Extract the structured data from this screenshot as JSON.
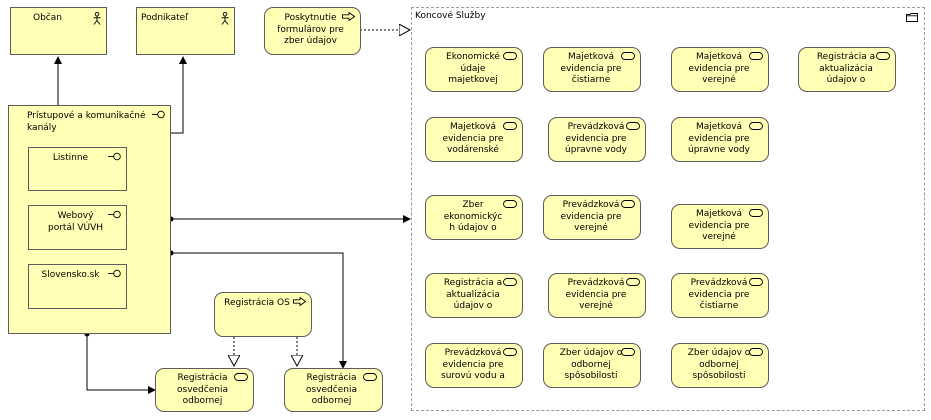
{
  "actors": [
    {
      "id": "obcan",
      "label": "Občan"
    },
    {
      "id": "podnikatel",
      "label": "Podnikateľ"
    }
  ],
  "process": {
    "label": "Poskytnutie formulárov pre zber údajov"
  },
  "channels": {
    "label": "Prístupové a komunikačné kanály",
    "items": [
      {
        "id": "listinne",
        "label": "Listinne"
      },
      {
        "id": "webovy-portal",
        "label": "Webový portál VÚVH"
      },
      {
        "id": "slovensko-sk",
        "label": "Slovensko.sk"
      }
    ]
  },
  "registracia_os": {
    "label": "Registrácia OS"
  },
  "bottom_services": [
    {
      "id": "reg-osv-1",
      "label": "Registrácia osvedčenia odbornej"
    },
    {
      "id": "reg-osv-2",
      "label": "Registrácia osvedčenia odbornej"
    }
  ],
  "group": {
    "title": "Koncové Služby",
    "services": [
      {
        "id": "s1",
        "label": "Ekonomické údaje majetkovej"
      },
      {
        "id": "s2",
        "label": "Majetková evidencia pre čistiarne"
      },
      {
        "id": "s3",
        "label": "Majetková evidencia pre verejné"
      },
      {
        "id": "s4",
        "label": "Registrácia a aktualizácia údajov o"
      },
      {
        "id": "s5",
        "label": "Majetková evidencia pre vodárenské"
      },
      {
        "id": "s6",
        "label": "Prevádzková evidencia pre úpravne vody"
      },
      {
        "id": "s7",
        "label": "Majetková evidencia pre úpravne vody"
      },
      {
        "id": "s8",
        "label": "Zber ekonomickýc h údajov o"
      },
      {
        "id": "s9",
        "label": "Prevádzková evidencia pre verejné"
      },
      {
        "id": "s10",
        "label": "Majetková evidencia pre verejné"
      },
      {
        "id": "s11",
        "label": "Registrácia a aktualizácia údajov o"
      },
      {
        "id": "s12",
        "label": "Prevádzková evidencia pre verejné"
      },
      {
        "id": "s13",
        "label": "Prevádzková evidencia pre čistiarne"
      },
      {
        "id": "s14",
        "label": "Prevádzková evidencia pre surovú vodu a"
      },
      {
        "id": "s15",
        "label": "Zber údajov o odbornej spôsobilosti"
      },
      {
        "id": "s16",
        "label": "Zber údajov o odbornej spôsobilosti"
      }
    ]
  }
}
